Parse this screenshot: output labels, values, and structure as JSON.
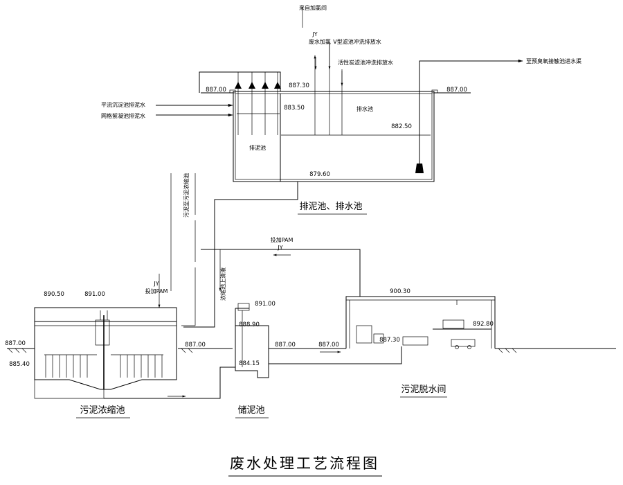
{
  "title": "废水处理工艺流程图",
  "tanks": {
    "drain": "排泥池、排水池",
    "drain_inner": "排泥池",
    "water_inner": "排水池",
    "thickener": "污泥浓缩池",
    "storage": "储泥池",
    "dewater": "污泥脱水间"
  },
  "flows": {
    "from_chlorine": "来自加氯间",
    "jy_top": "JY",
    "chlorine_dose": "废水加氯",
    "v_filter": "V型滤池冲洗排放水",
    "carbon_filter": "活性炭滤池冲洗排放水",
    "to_ozone": "至预臭氧接触池进水渠",
    "sed_sludge": "平流沉淀池排泥水",
    "mesh_sludge": "网格絮凝池排泥水",
    "to_thickener": "污泥至污泥浓缩池",
    "supernatant": "浓缩池上清液",
    "pam_right_a": "投加PAM",
    "jy_right": "JY",
    "jy_left": "JY",
    "pam_left": "投加PAM"
  },
  "elevations": {
    "e887_00a": "887.00",
    "e887_30a": "887.30",
    "e887_00b": "887.00",
    "e883_50": "883.50",
    "e882_50": "882.50",
    "e879_60": "879.60",
    "e890_50": "890.50",
    "e891_00a": "891.00",
    "e887_00c": "887.00",
    "e885_40": "885.40",
    "e887_00d": "887.00",
    "e891_00b": "891.00",
    "e888_90": "888.90",
    "e884_15": "884.15",
    "e887_00e": "887.00",
    "e887_00f": "887.00",
    "e900_30": "900.30",
    "e887_30b": "887.30",
    "e892_80": "892.80"
  }
}
